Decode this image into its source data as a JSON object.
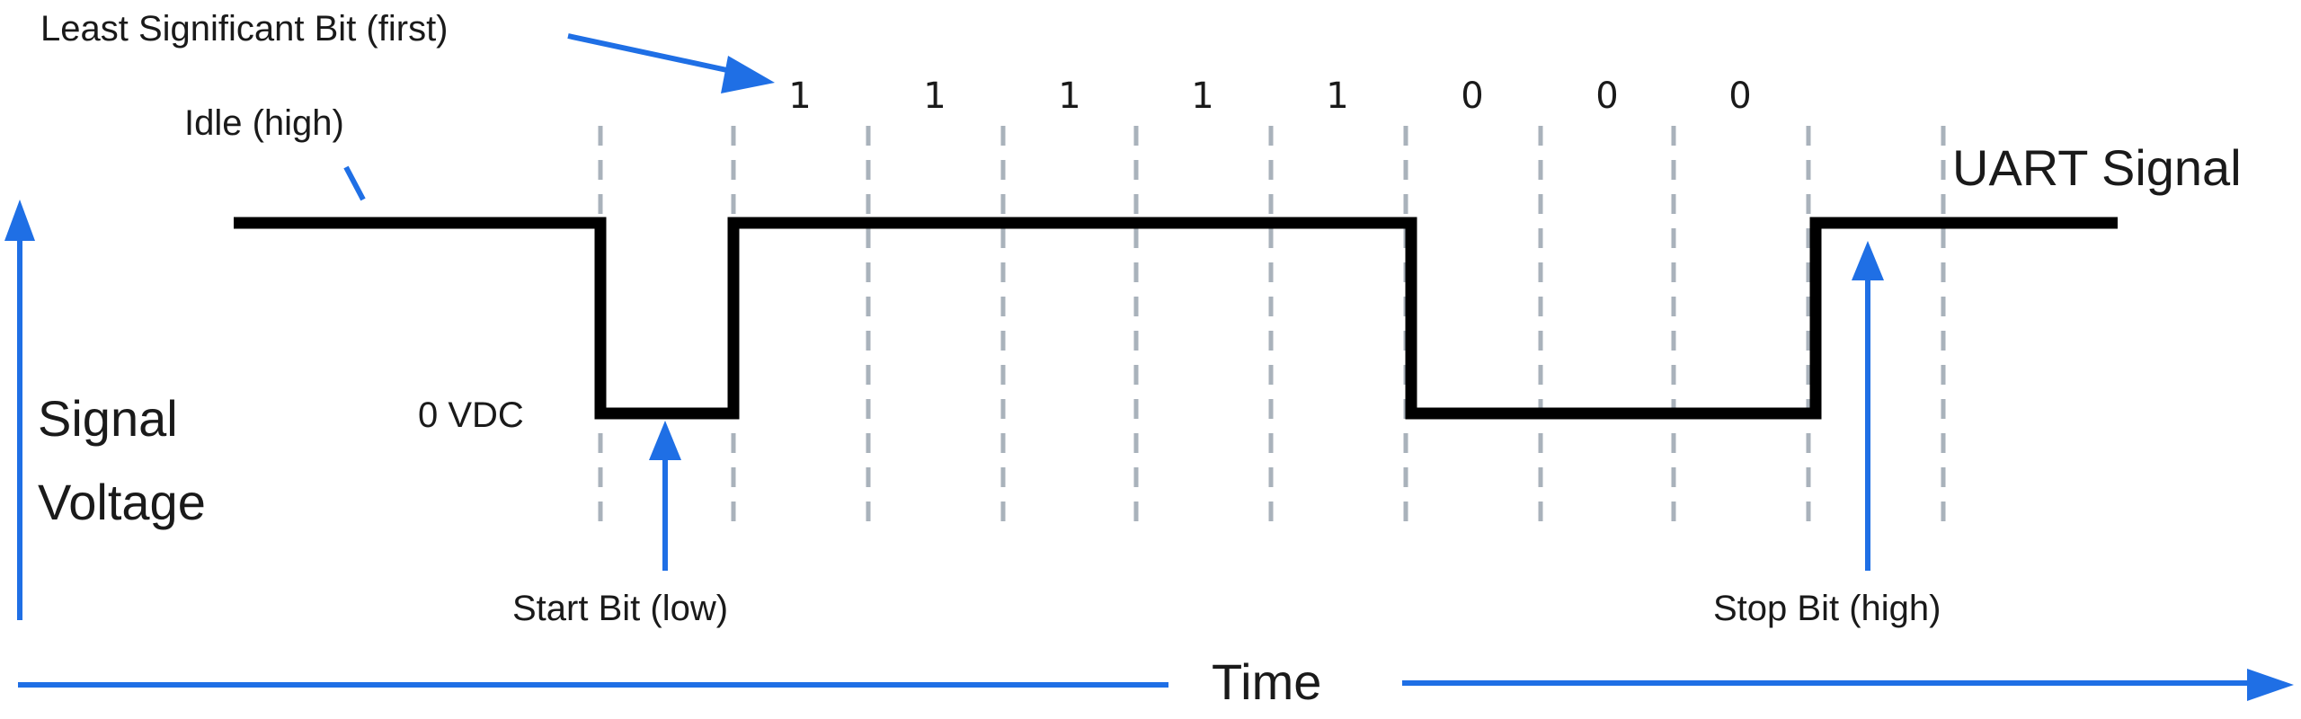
{
  "labels": {
    "lsb_first": "Least Significant Bit (first)",
    "idle_high": "Idle (high)",
    "zero_vdc": "0 VDC",
    "signal": "Signal",
    "voltage": "Voltage",
    "start_bit": "Start Bit (low)",
    "stop_bit": "Stop Bit (high)",
    "time": "Time",
    "uart_signal": "UART Signal"
  },
  "bits": [
    "1",
    "1",
    "1",
    "1",
    "1",
    "0",
    "0",
    "0"
  ],
  "colors": {
    "signal_line": "#000000",
    "annotation_arrow": "#1f6fe5",
    "grid_line": "#a9b2bb"
  }
}
